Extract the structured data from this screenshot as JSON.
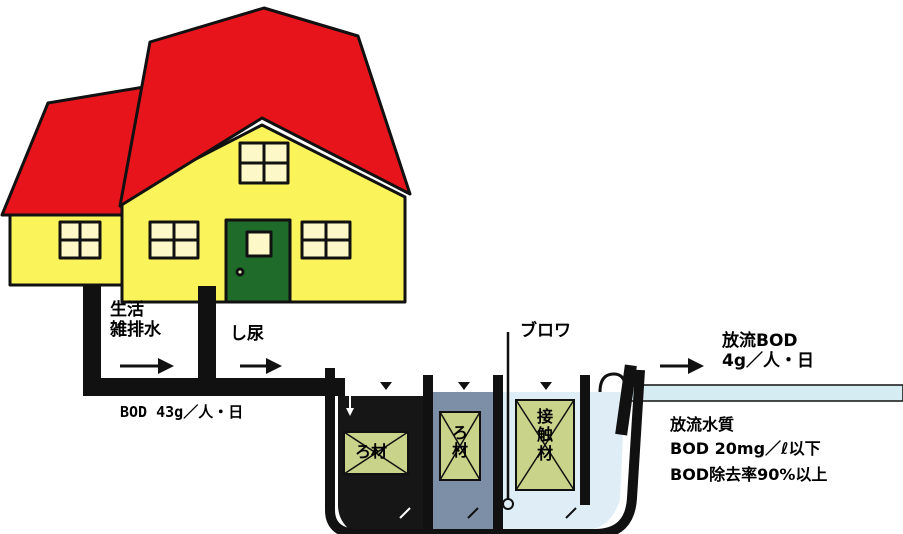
{
  "labels": {
    "inflow_greywater": "生活\n雑排水",
    "inflow_nightsoil": "し尿",
    "bod_in": "BOD 43g／人・日",
    "blower": "ブロワ",
    "outflow_bod": "放流BOD\n4g／人・日",
    "quality_title": "放流水質",
    "quality_line1": "BOD 20mg／ℓ以下",
    "quality_line2": "BOD除去率90%以上",
    "media1": "ろ材",
    "media2": "ろ\n材",
    "contact": "接\n触\n材"
  },
  "colors": {
    "roof": "#e8141b",
    "wall": "#fbf35a",
    "door": "#1e6b2a",
    "window": "#fdf8c8",
    "tank1": "#161616",
    "tank2": "#7d8fa6",
    "tank3": "#dfeef6",
    "media": "#c9d38a",
    "water": "#d6ecf3",
    "outline": "#111111"
  }
}
